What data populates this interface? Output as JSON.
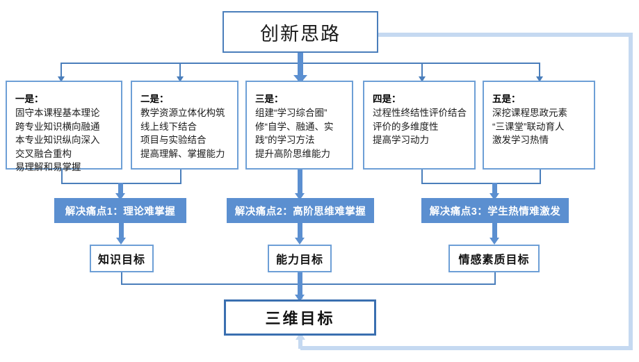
{
  "diagram": {
    "title_box": {
      "label": "创新思路"
    },
    "ideas": [
      {
        "head": "一是：",
        "body": "固守本课程基本理论\n跨专业知识横向融通\n本专业知识纵向深入\n交叉融合重构\n易理解和易掌握"
      },
      {
        "head": "二是：",
        "body": "教学资源立体化构筑\n线上线下结合\n项目与实验结合\n提高理解、掌握能力"
      },
      {
        "head": "三是：",
        "body": "组建“学习综合圈”\n修“自学、融通、实\n践”的学习方法\n提升高阶思维能力"
      },
      {
        "head": "四是：",
        "body": "过程性终结性评价结合\n评价的多维度性\n提高学习动力"
      },
      {
        "head": "五是：",
        "body": "深挖课程思政元素\n“三课堂”联动育人\n激发学习热情"
      }
    ],
    "pain_points": [
      {
        "label": "解决痛点1：理论难掌握"
      },
      {
        "label": "解决痛点2：高阶思维难掌握"
      },
      {
        "label": "解决痛点3：学生热情难激发"
      }
    ],
    "goals": [
      {
        "label": "知识目标"
      },
      {
        "label": "能力目标"
      },
      {
        "label": "情感素质目标"
      }
    ],
    "final_box": {
      "label": "三维目标"
    },
    "colors": {
      "bar_fill": "#5b8fd0",
      "box_border": "#6d9fd6",
      "title_border": "#4a7ebb",
      "final_border": "#3a6fb0",
      "loop_line": "#c5d9f1",
      "text": "#1a1a1a",
      "bar_text": "#ffffff"
    }
  }
}
